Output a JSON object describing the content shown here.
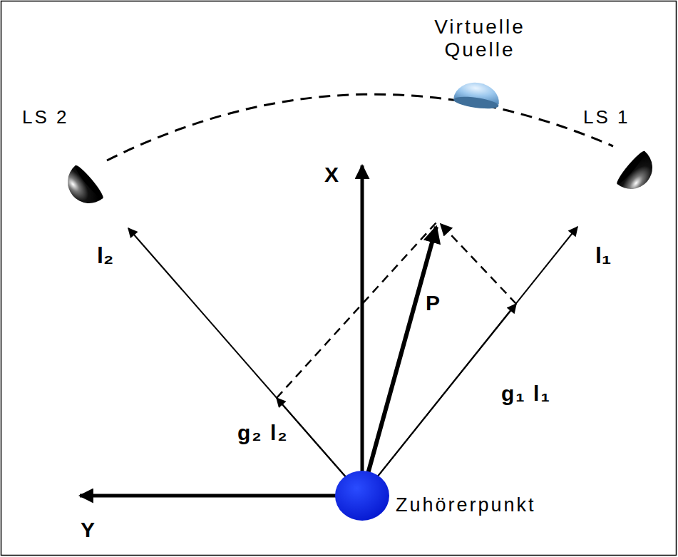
{
  "diagram": {
    "labels": [
      "Virtuelle Quelle",
      "LS 2",
      "LS 1",
      "X",
      "l₂",
      "P",
      "l₁",
      "g₁ l₁",
      "g₂ l₂",
      "Y",
      "Zuhörerpunkt"
    ]
  }
}
